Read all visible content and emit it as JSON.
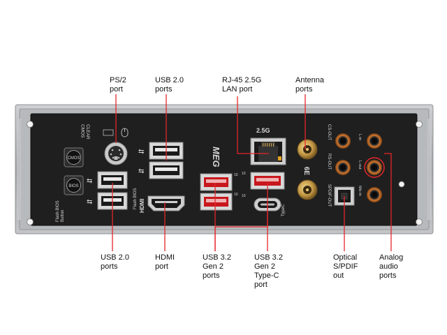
{
  "callouts": {
    "ps2": "PS/2\nport",
    "usb2_top": "USB 2.0\nports",
    "rj45": "RJ-45 2.5G\nLAN port",
    "antenna": "Antenna\nports",
    "usb2_bottom": "USB 2.0\nports",
    "hdmi": "HDMI\nport",
    "usb32_gen2": "USB 3.2\nGen 2\nports",
    "usb32_typec": "USB 3.2\nGen 2\nType-C\nport",
    "optical": "Optical\nS/PDIF\nout",
    "analog": "Analog\naudio\nports"
  },
  "panel_print": {
    "clear_cmos": "CLEAR\nCMOS",
    "flash_bios": "Flash BIOS\nButton",
    "cmos_btn": "CMOS",
    "bios_btn": "BIOS",
    "flash_bios_port": "Flash BIOS",
    "hdmi": "HDMI",
    "brand": "MEG",
    "lan_speed": "2.5G",
    "typec": "TypeC",
    "cs_out": "CS-OUT",
    "rs_out": "RS-OUT",
    "spdif_out": "SPDIF-OUT",
    "line_in": "L-in",
    "mic_in": "Mic-in",
    "line_out": "L-out",
    "ss10": "10"
  },
  "colors": {
    "callout_line": "#e5262b",
    "panel_face": "#1f1f1f",
    "panel_frame": "#a9abae",
    "usb_red": "#c8171d",
    "gold": "#c79c48",
    "audio_orange": "#c8702a"
  }
}
